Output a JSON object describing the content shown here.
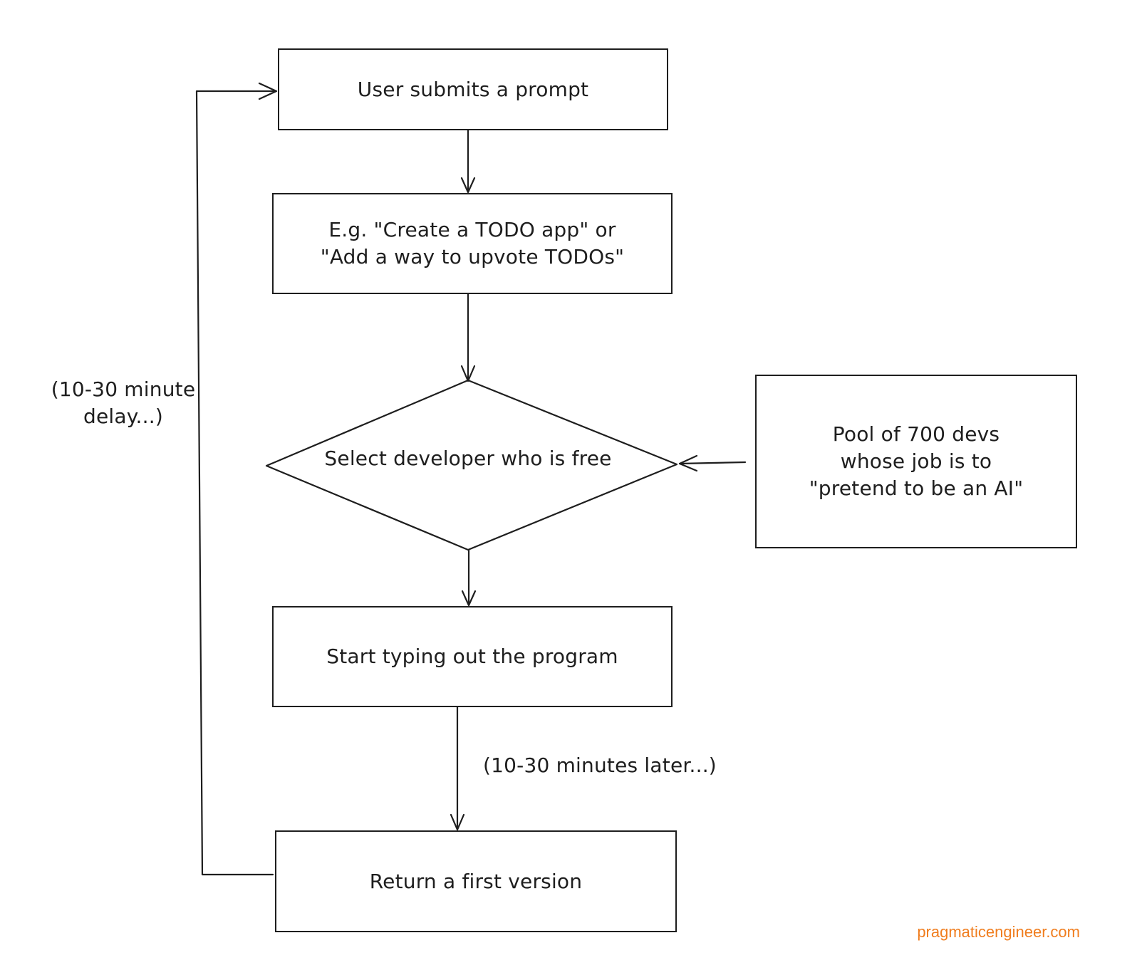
{
  "colors": {
    "stroke": "#1e1e1e",
    "background": "#ffffff",
    "watermark": "#f07d1e"
  },
  "nodes": {
    "submit": "User submits a prompt",
    "example": "E.g. \"Create a TODO app\" or\n\"Add a way to upvote TODOs\"",
    "select": "Select developer who is free",
    "pool": "Pool of 700 devs\nwhose job is to\n\"pretend to be an AI\"",
    "typing": "Start typing out the program",
    "return": "Return a first version"
  },
  "labels": {
    "loop_delay": "(10-30 minute\ndelay...)",
    "later": "(10-30 minutes later...)"
  },
  "watermark": "pragmaticengineer.com"
}
